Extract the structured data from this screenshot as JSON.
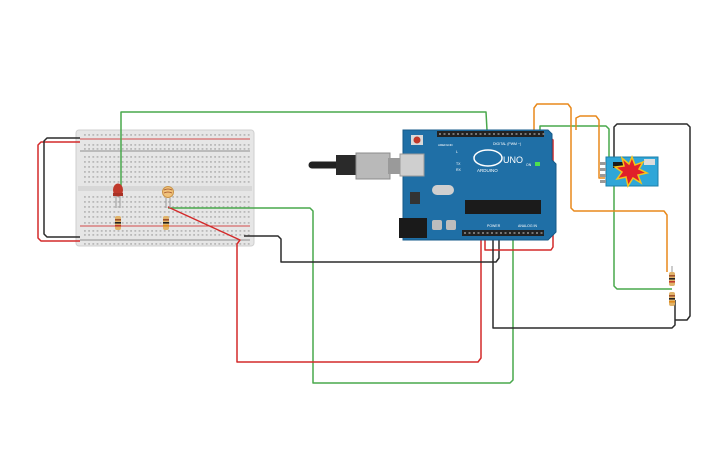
{
  "arduino": {
    "brand": "ARDUINO",
    "model": "UNO",
    "digital_label": "DIGITAL (PWM ~)",
    "power_label": "POWER",
    "analog_label": "ANALOG IN",
    "aref_label": "AREF",
    "gnd_label": "GND",
    "on_label": "ON",
    "tx_label": "TX",
    "rx_label": "RX",
    "l_label": "L"
  },
  "components": {
    "breadboard": "breadboard",
    "led": "red-led",
    "photoresistor": "photoresistor",
    "resistors": [
      "resistor-1",
      "resistor-2",
      "resistor-3",
      "resistor-4"
    ],
    "usb": "usb-cable",
    "sensor": "flame-sensor-module"
  },
  "colors": {
    "board": "#1f6fa6",
    "breadboard": "#e8e8e8",
    "wire_red": "#d42a2a",
    "wire_green": "#49a84c",
    "wire_black": "#2b2b2b",
    "wire_orange": "#e8891c",
    "module": "#2fa6d8"
  }
}
